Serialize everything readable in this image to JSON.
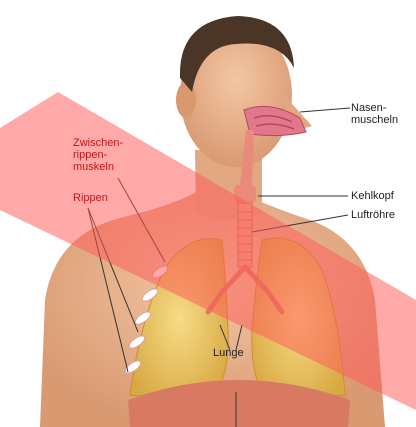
{
  "labels": {
    "nasenmuscheln": "Nasen-\nmuscheln",
    "kehlkopf": "Kehlkopf",
    "luftroehre": "Luftröhre",
    "zwischenrippenmuskeln": "Zwischen-\nrippen-\nmuskeln",
    "rippen": "Rippen",
    "lunge": "Lunge"
  },
  "colors": {
    "skin": "#e9b08a",
    "hair": "#4a3526",
    "lung": "#e8c25a",
    "red_overlay": "#ff5a5a",
    "label_red": "#c01818"
  }
}
